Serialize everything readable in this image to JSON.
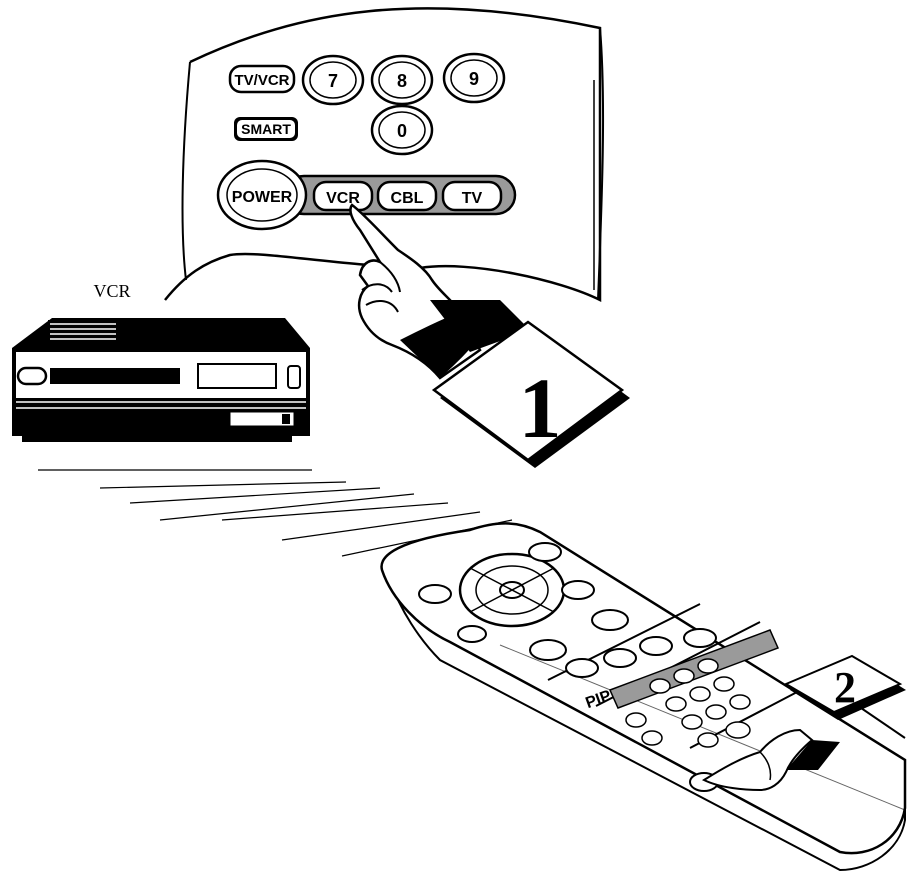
{
  "panel_buttons": {
    "tv_vcr": "TV/VCR",
    "seven": "7",
    "eight": "8",
    "nine": "9",
    "smart": "SMART",
    "zero": "0",
    "power": "POWER",
    "vcr": "VCR",
    "cbl": "CBL",
    "tv": "TV"
  },
  "vcr_label": "VCR",
  "steps": {
    "one": "1",
    "two": "2"
  },
  "remote": {
    "pip_label": "PIP"
  },
  "colors": {
    "ink": "#000000",
    "paper": "#ffffff",
    "gray": "#9a9a9a"
  }
}
